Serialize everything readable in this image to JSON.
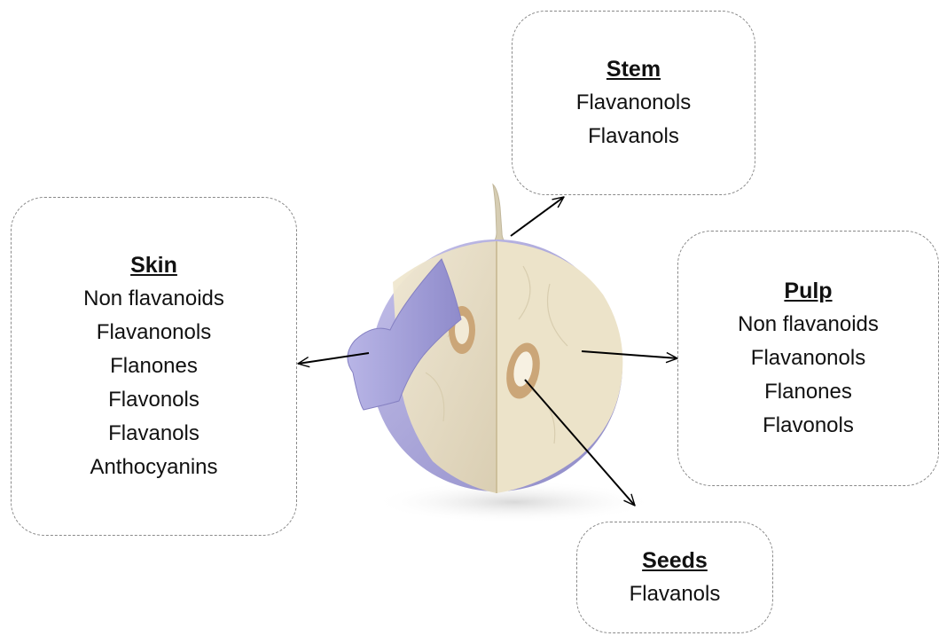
{
  "boxes": {
    "stem": {
      "title": "Stem",
      "items": [
        "Flavanonols",
        "Flavanols"
      ]
    },
    "skin": {
      "title": "Skin",
      "items": [
        "Non flavanoids",
        "Flavanonols",
        "Flanones",
        "Flavonols",
        "Flavanols",
        "Anthocyanins"
      ]
    },
    "pulp": {
      "title": "Pulp",
      "items": [
        "Non flavanoids",
        "Flavanonols",
        "Flanones",
        "Flavonols"
      ]
    },
    "seeds": {
      "title": "Seeds",
      "items": [
        "Flavanols"
      ]
    }
  },
  "colors": {
    "skin_purple": "#a9a6dc",
    "pulp_cream": "#e9dfc4",
    "seed_orange": "#cba678",
    "stem_tan": "#d6cdb3",
    "box_border": "#8a8a8a",
    "arrow": "#000000"
  }
}
